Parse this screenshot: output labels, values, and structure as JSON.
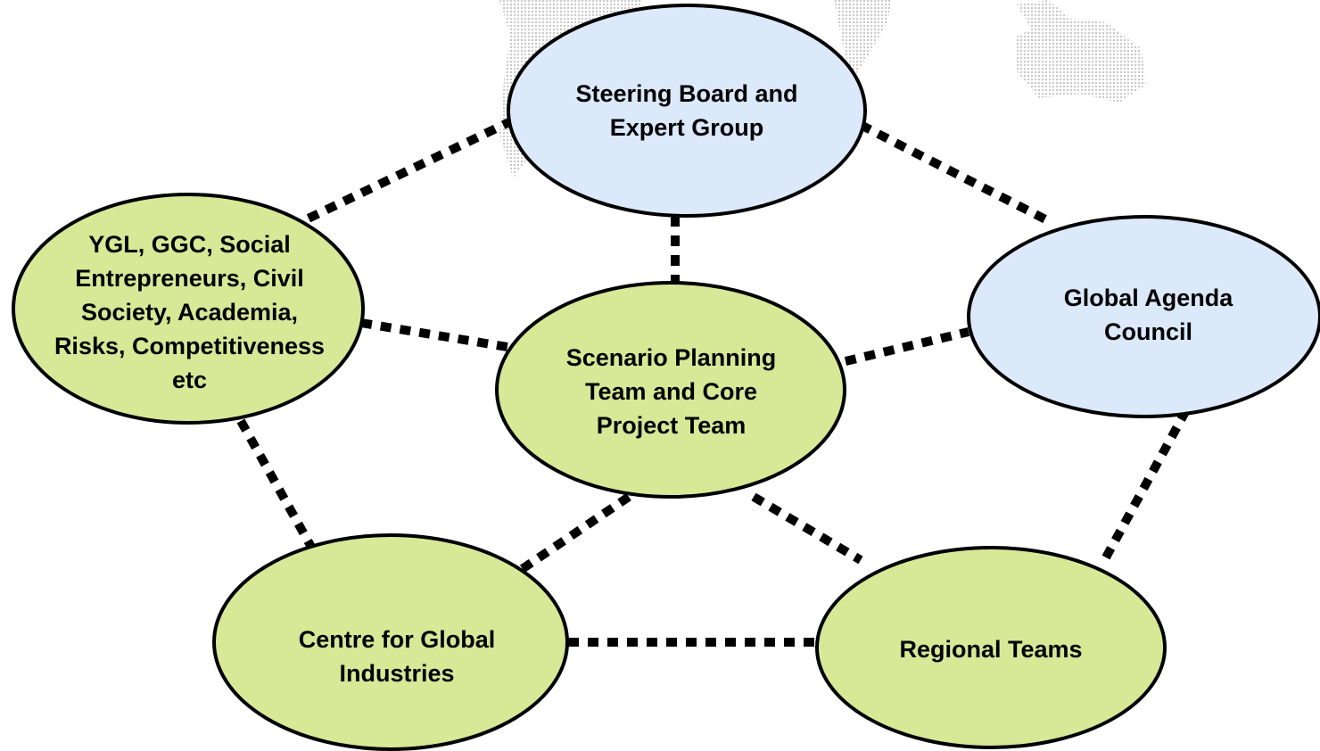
{
  "colors": {
    "blue_node": "#dbe9fb",
    "green_node": "#d9e897",
    "outline": "#000000",
    "map_texture": "#d6d6d6"
  },
  "nodes": {
    "steering": {
      "text": "Steering Board and\nExpert Group"
    },
    "ygl": {
      "text": "YGL, GGC, Social\nEntrepreneurs, Civil\nSociety, Academia,\nRisks, Competitiveness\netc"
    },
    "scenario": {
      "text": "Scenario Planning\nTeam and Core\nProject Team"
    },
    "agenda": {
      "text": "Global Agenda\nCouncil"
    },
    "centre": {
      "text": "Centre for Global\nIndustries"
    },
    "regional": {
      "text": "Regional Teams"
    }
  }
}
